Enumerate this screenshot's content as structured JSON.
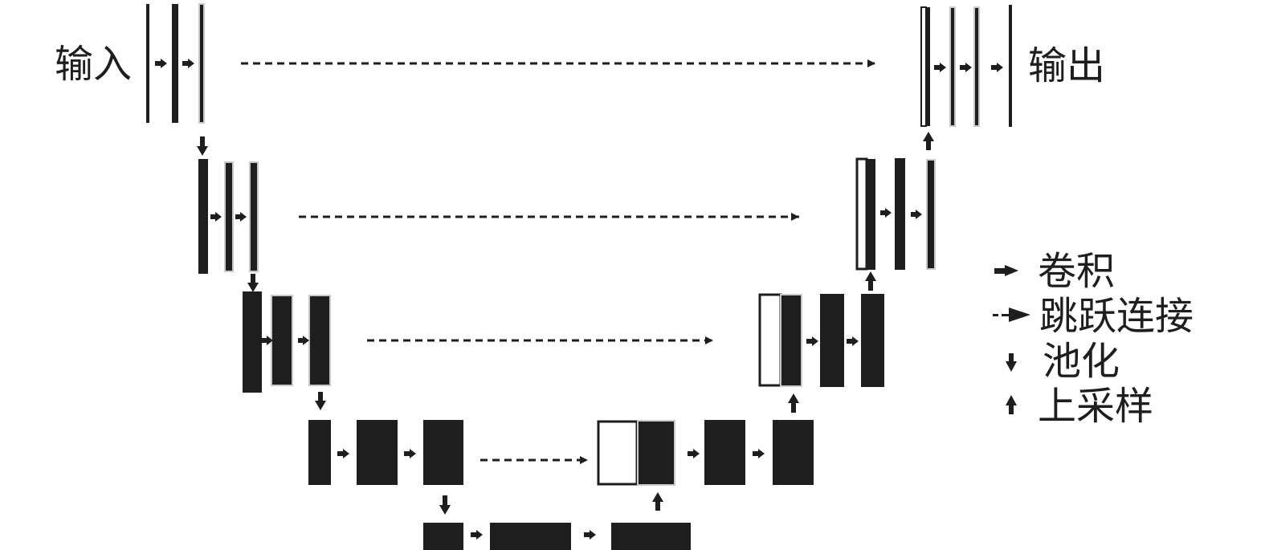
{
  "labels": {
    "input": "输入",
    "output": "输出"
  },
  "legend": {
    "convolution": "卷积",
    "skip_connection": "跳跃连接",
    "pooling": "池化",
    "upsampling": "上采样"
  },
  "colors": {
    "block_fill": "#1e1e1e",
    "block_border_gray": "#c8c8c8",
    "concat_fill": "#ffffff",
    "text": "#1e1e1e",
    "background": "#ffffff"
  },
  "icons": {
    "convolution": "right-arrow-icon",
    "skip_connection": "dashed-arrow-icon",
    "pooling": "down-arrow-icon",
    "upsampling": "up-arrow-icon"
  }
}
